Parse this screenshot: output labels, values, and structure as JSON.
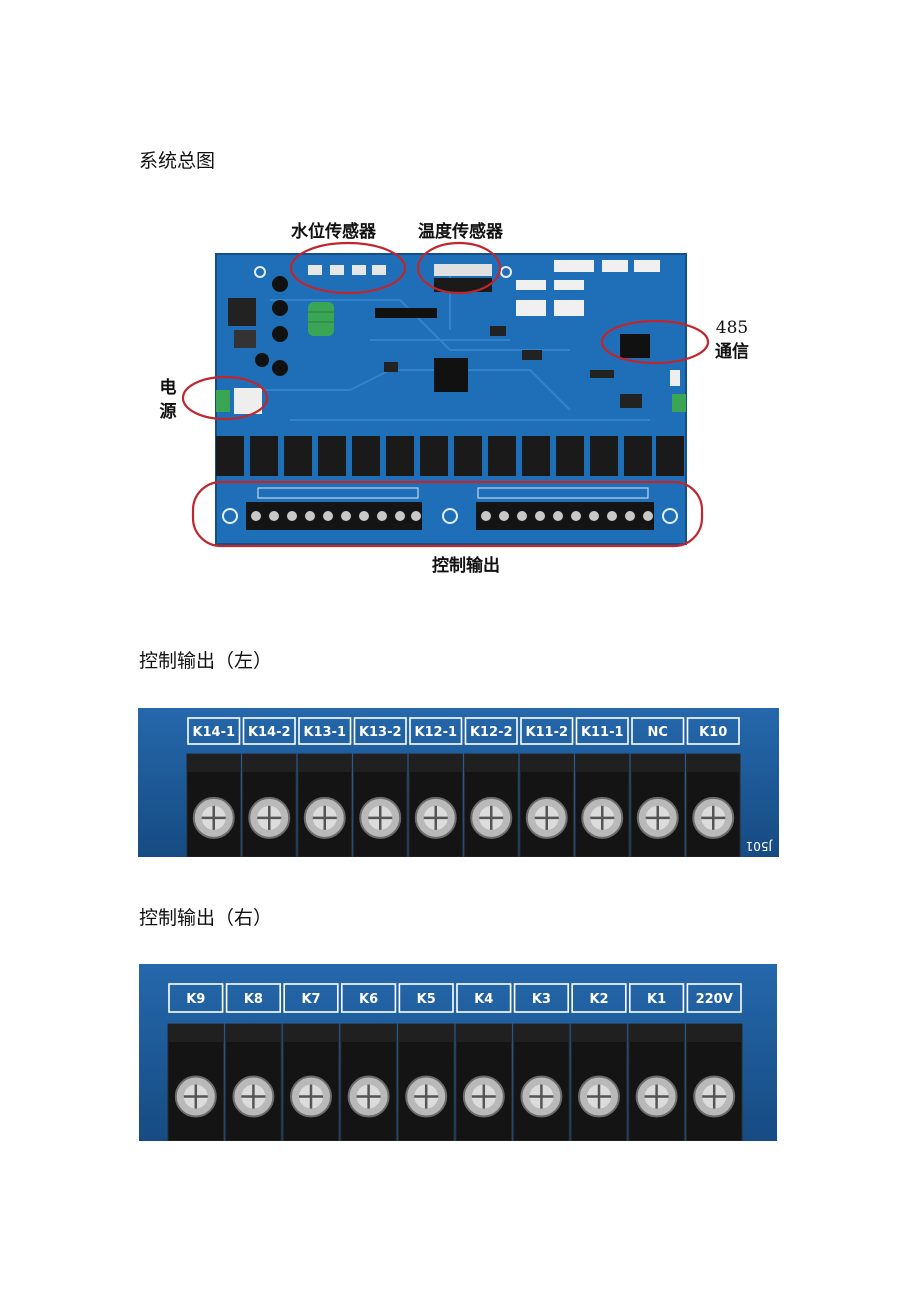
{
  "sections": {
    "overview_title": "系统总图",
    "left_title": "控制输出（左）",
    "right_title": "控制输出（右）"
  },
  "overview": {
    "label_water_sensor": "水位传感器",
    "label_temp_sensor": "温度传感器",
    "label_485_num": "485",
    "label_485_text": "通信",
    "label_power_1": "电",
    "label_power_2": "源",
    "label_control_output": "控制输出"
  },
  "left_terminals": [
    "K14-1",
    "K14-2",
    "K13-1",
    "K13-2",
    "K12-1",
    "K12-2",
    "K11-2",
    "K11-1",
    "NC",
    "K10"
  ],
  "left_board_mark": "J501",
  "right_terminals": [
    "K9",
    "K8",
    "K7",
    "K6",
    "K5",
    "K4",
    "K3",
    "K2",
    "K1",
    "220V"
  ],
  "colors": {
    "pcb_blue": "#1f6fb8",
    "callout_red": "#c0262b",
    "terminal_black": "#141414",
    "relay_black": "#1a1a1a"
  }
}
